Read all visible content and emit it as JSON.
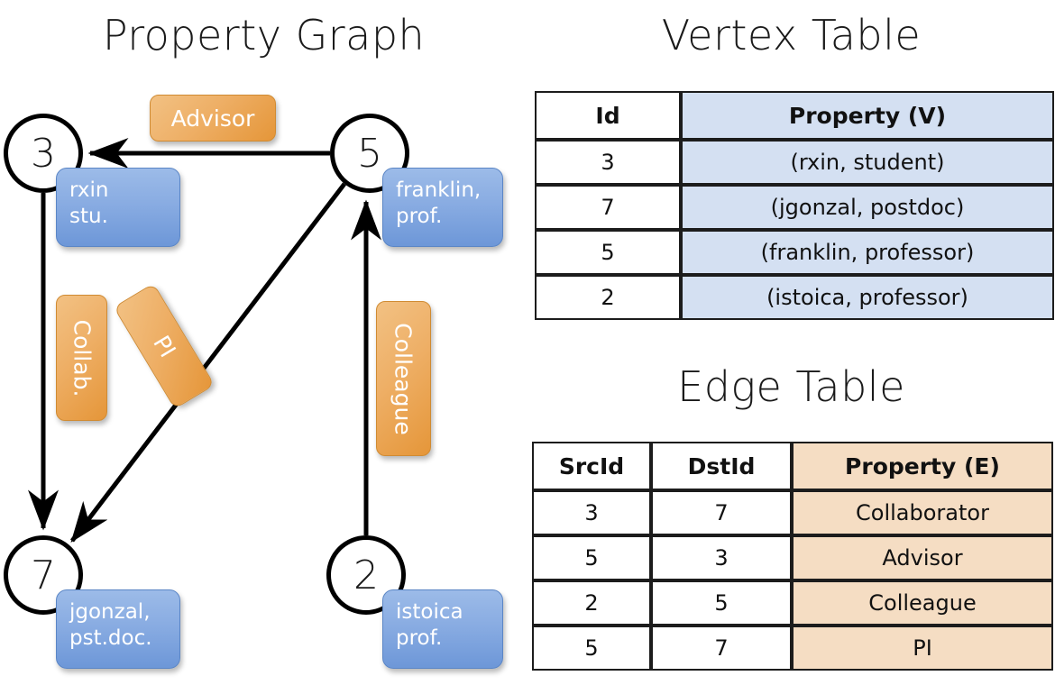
{
  "panels": {
    "graph_title": "Property Graph",
    "vertex_title": "Vertex Table",
    "edge_title": "Edge Table"
  },
  "graph": {
    "nodes": [
      {
        "id": "3",
        "property_line1": "rxin",
        "property_line2": "stu."
      },
      {
        "id": "5",
        "property_line1": "franklin,",
        "property_line2": "prof."
      },
      {
        "id": "7",
        "property_line1": "jgonzal,",
        "property_line2": "pst.doc."
      },
      {
        "id": "2",
        "property_line1": "istoica",
        "property_line2": "prof."
      }
    ],
    "edge_labels": {
      "advisor": "Advisor",
      "collab": "Collab.",
      "pi": "PI",
      "colleague": "Colleague"
    },
    "edges": [
      {
        "from": "5",
        "to": "3",
        "label": "Advisor"
      },
      {
        "from": "3",
        "to": "7",
        "label": "Collab."
      },
      {
        "from": "5",
        "to": "7",
        "label": "PI"
      },
      {
        "from": "2",
        "to": "5",
        "label": "Colleague"
      }
    ]
  },
  "vertex_table": {
    "headers": [
      "Id",
      "Property (V)"
    ],
    "rows": [
      {
        "id": "3",
        "property": "(rxin, student)"
      },
      {
        "id": "7",
        "property": "(jgonzal, postdoc)"
      },
      {
        "id": "5",
        "property": "(franklin, professor)"
      },
      {
        "id": "2",
        "property": "(istoica, professor)"
      }
    ]
  },
  "edge_table": {
    "headers": [
      "SrcId",
      "DstId",
      "Property (E)"
    ],
    "rows": [
      {
        "src": "3",
        "dst": "7",
        "property": "Collaborator"
      },
      {
        "src": "5",
        "dst": "3",
        "property": "Advisor"
      },
      {
        "src": "2",
        "dst": "5",
        "property": "Colleague"
      },
      {
        "src": "5",
        "dst": "7",
        "property": "PI"
      }
    ]
  },
  "colors": {
    "vertex_property_fill": "#d4e0f2",
    "edge_property_fill": "#f5ddc3",
    "node_callout_blue": "#89ace2",
    "edge_label_orange": "#eeaf66",
    "stroke": "#000000"
  }
}
